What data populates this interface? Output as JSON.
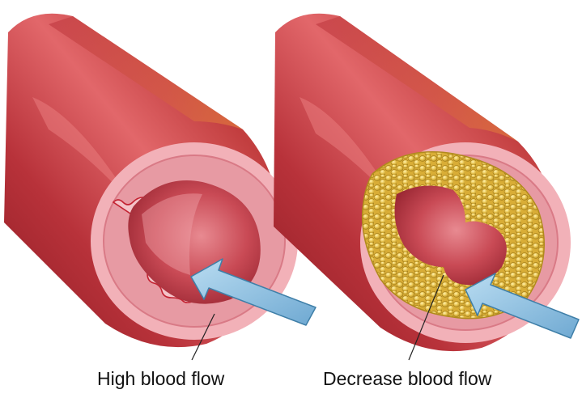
{
  "diagram": {
    "panels": [
      {
        "caption": "High blood flow",
        "condition": "healthy-artery"
      },
      {
        "caption": "Decrease blood flow",
        "condition": "plaque-narrowed-artery"
      }
    ],
    "colors": {
      "artery_outer": "#b42a33",
      "artery_highlight": "#e05f63",
      "wall_cut_face": "#f3b7bd",
      "lumen": "#c9454f",
      "plaque": "#e7c050",
      "plaque_edge": "#b08a1c",
      "arrow": "#8fc3e3",
      "arrow_edge": "#3f7fa8",
      "leader_line": "#222222"
    }
  }
}
